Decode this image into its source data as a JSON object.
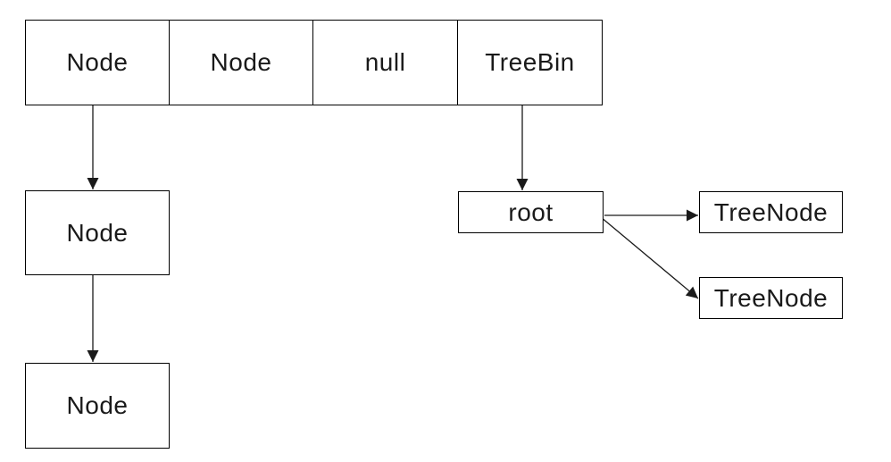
{
  "diagram": {
    "title": "hashmap-bucket-structure",
    "colors": {
      "background": "#ffffff",
      "border": "#000000",
      "line": "#1a1a1a",
      "text": "#1a1a1a"
    },
    "bucket_array": {
      "cells": [
        {
          "label": "Node"
        },
        {
          "label": "Node"
        },
        {
          "label": "null"
        },
        {
          "label": "TreeBin"
        }
      ]
    },
    "linked_list": {
      "nodes": [
        {
          "label": "Node"
        },
        {
          "label": "Node"
        }
      ]
    },
    "tree": {
      "root": {
        "label": "root"
      },
      "children": [
        {
          "label": "TreeNode"
        },
        {
          "label": "TreeNode"
        }
      ]
    }
  }
}
